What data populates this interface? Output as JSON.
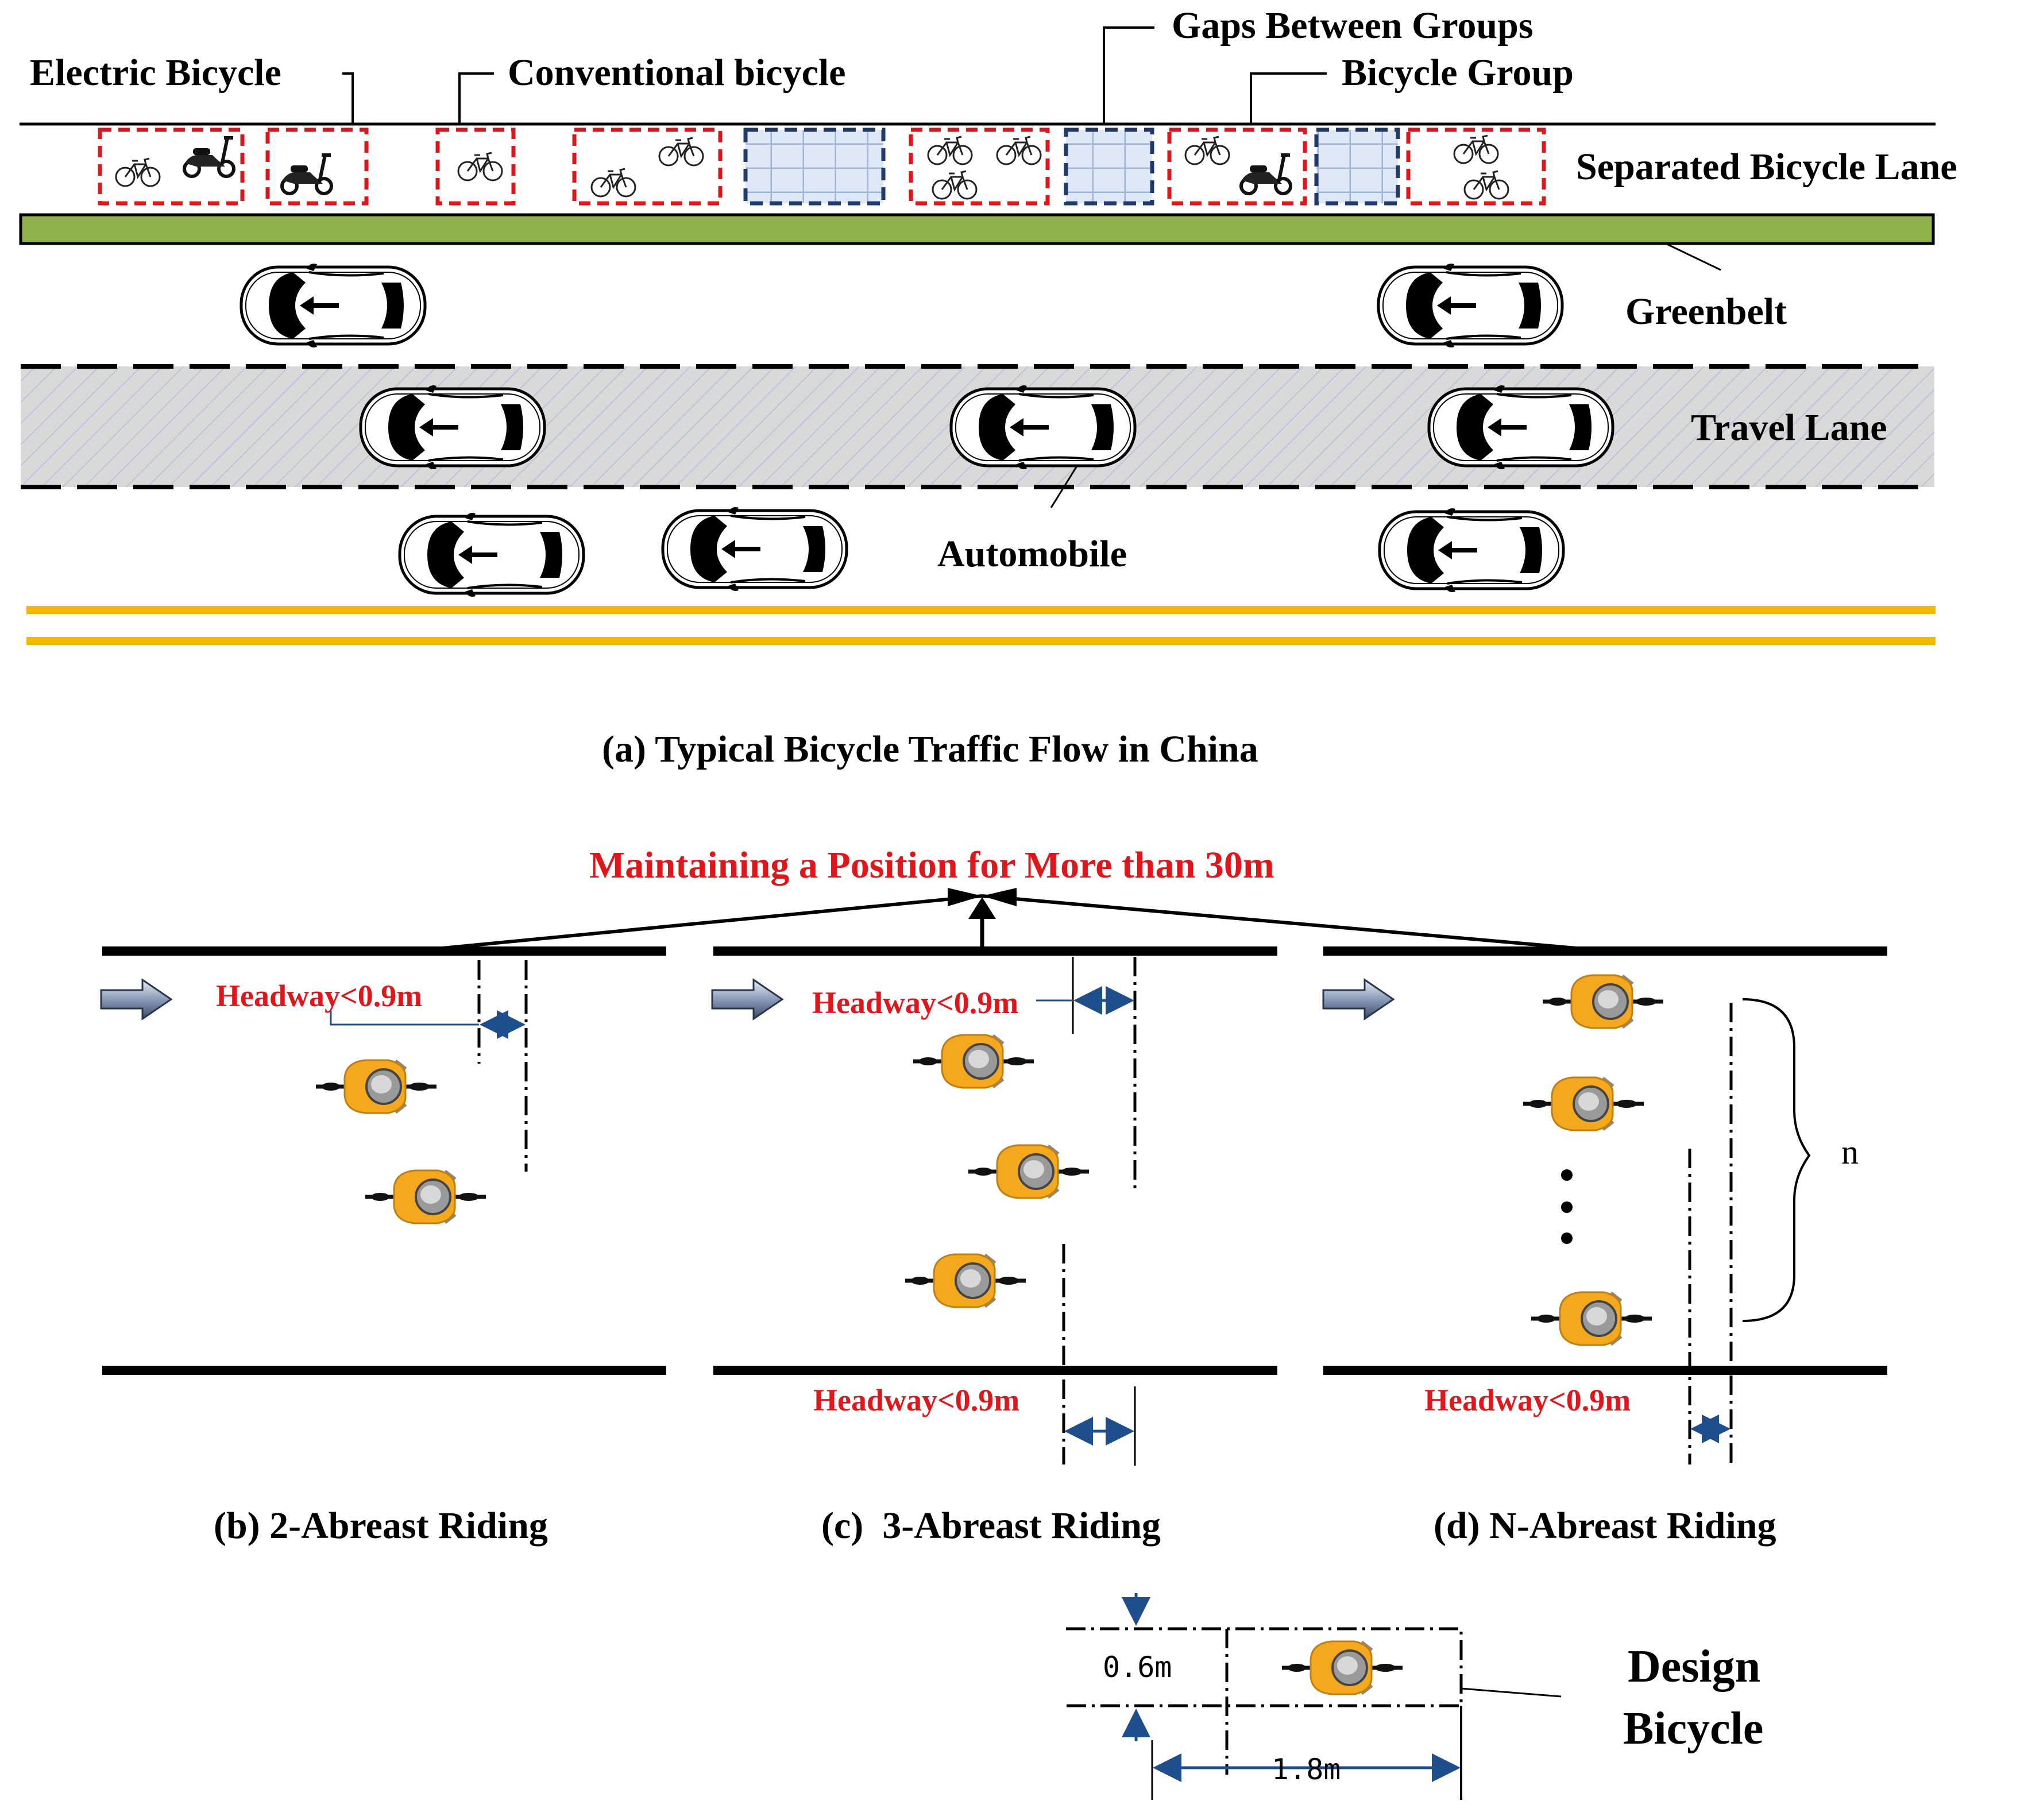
{
  "labels": {
    "electric_bicycle": "Electric Bicycle",
    "conventional_bicycle": "Conventional bicycle",
    "gaps_between_groups": "Gaps Between Groups",
    "bicycle_group": "Bicycle Group",
    "separated_bicycle_lane": "Separated Bicycle Lane",
    "greenbelt": "Greenbelt",
    "travel_lane": "Travel Lane",
    "automobile": "Automobile"
  },
  "captions": {
    "a": "(a) Typical Bicycle Traffic Flow in China",
    "b": "(b) 2-Abreast Riding",
    "c": "(c)  3-Abreast Riding",
    "d": "(d) N-Abreast Riding"
  },
  "maintain_label": "Maintaining a Position for More than 30m",
  "headway_label": "Headway<0.9m",
  "n_label": "n",
  "design": {
    "title_line1": "Design",
    "title_line2": "Bicycle",
    "width_label": "0.6m",
    "length_label": "1.8m"
  },
  "colors": {
    "red_group": "#e0161b",
    "gap_fill": "#dfe8f7",
    "gap_border": "#1f3a6b",
    "greenbelt": "#8fb04a",
    "travel_lane": "#d9d9d9",
    "yellow_line": "#f5b800",
    "rider_orange": "#f4a81d",
    "dimension_blue": "#1f4e8c",
    "headway_red": "#e0161b"
  }
}
